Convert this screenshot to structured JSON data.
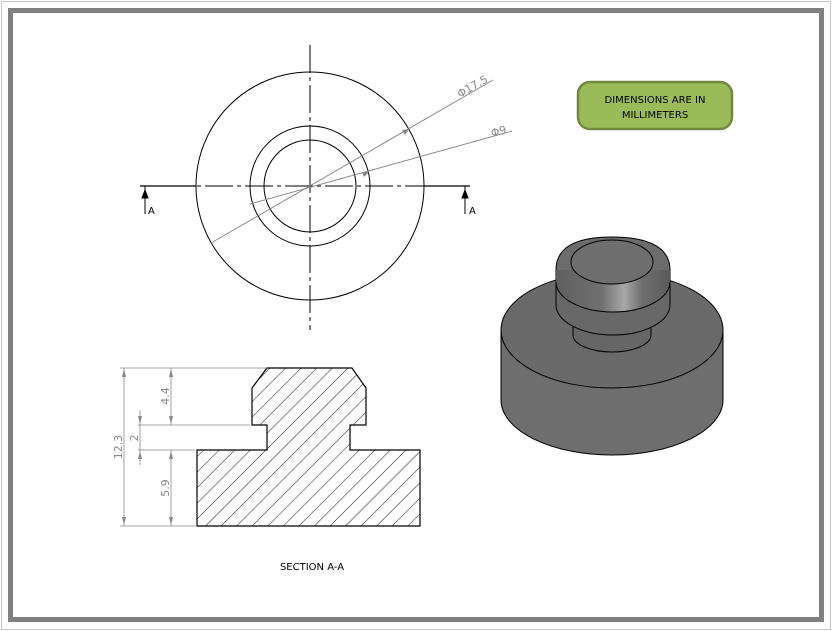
{
  "note": {
    "line1": "DIMENSIONS ARE IN",
    "line2": "MILLIMETERS",
    "fill": "#9bbb59",
    "stroke": "#71893f"
  },
  "top_view": {
    "section_label_left": "A",
    "section_label_right": "A",
    "dim_outer": "Φ17.5",
    "dim_inner": "Φ9"
  },
  "section_view": {
    "title": "SECTION A-A",
    "dim_total": "12.3",
    "dim_head": "4.4",
    "dim_neck": "2",
    "dim_base": "5.9"
  },
  "colors": {
    "frame": "#808080",
    "solid": "#6e6e6e"
  }
}
